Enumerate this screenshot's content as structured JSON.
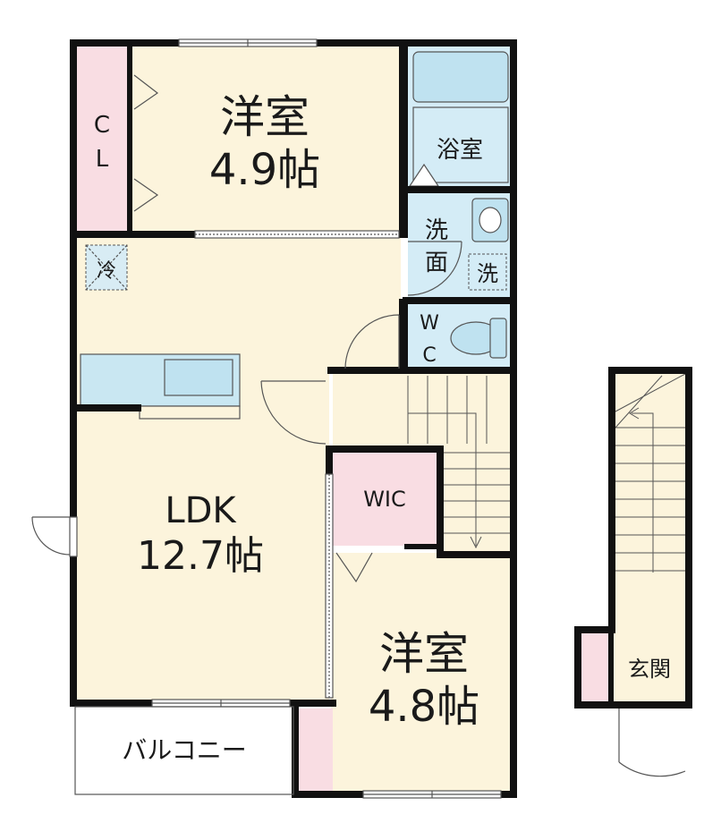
{
  "colors": {
    "wall": "#111111",
    "floor": "#fcf4dc",
    "closet": "#f9dde3",
    "wet": "#d4ecf6",
    "fixture": "#bfe2f0",
    "counter": "#c9e7f2",
    "line": "#555555",
    "balcony": "#ffffff"
  },
  "rooms": {
    "western_north": {
      "name": "洋室",
      "size": "4.9帖"
    },
    "western_south": {
      "name": "洋室",
      "size": "4.8帖"
    },
    "ldk": {
      "name": "LDK",
      "size": "12.7帖"
    },
    "closet": {
      "line1": "C",
      "line2": "L"
    },
    "bath": {
      "name": "浴室"
    },
    "washroom": {
      "line1": "洗",
      "line2": "面"
    },
    "laundry": {
      "name": "洗"
    },
    "toilet": {
      "line1": "W",
      "line2": "C"
    },
    "wic": {
      "name": "WIC"
    },
    "fridge": {
      "name": "冷"
    },
    "balcony": {
      "name": "バルコニー"
    },
    "entrance": {
      "name": "玄関"
    }
  }
}
